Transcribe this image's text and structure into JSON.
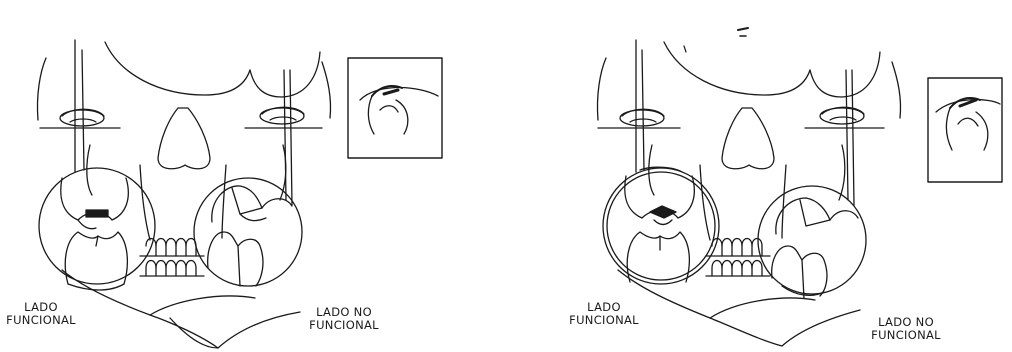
{
  "figures": [
    {
      "id": "left",
      "labels": {
        "working_line1": "LADO",
        "working_line2": "FUNCIONAL",
        "nonworking_line1": "LADO NO",
        "nonworking_line2": "FUNCIONAL"
      }
    },
    {
      "id": "right",
      "labels": {
        "working_line1": "LADO",
        "working_line2": "FUNCIONAL",
        "nonworking_line1": "LADO NO",
        "nonworking_line2": "FUNCIONAL"
      }
    }
  ],
  "colors": {
    "ink": "#1a1a1a",
    "background": "#ffffff"
  }
}
